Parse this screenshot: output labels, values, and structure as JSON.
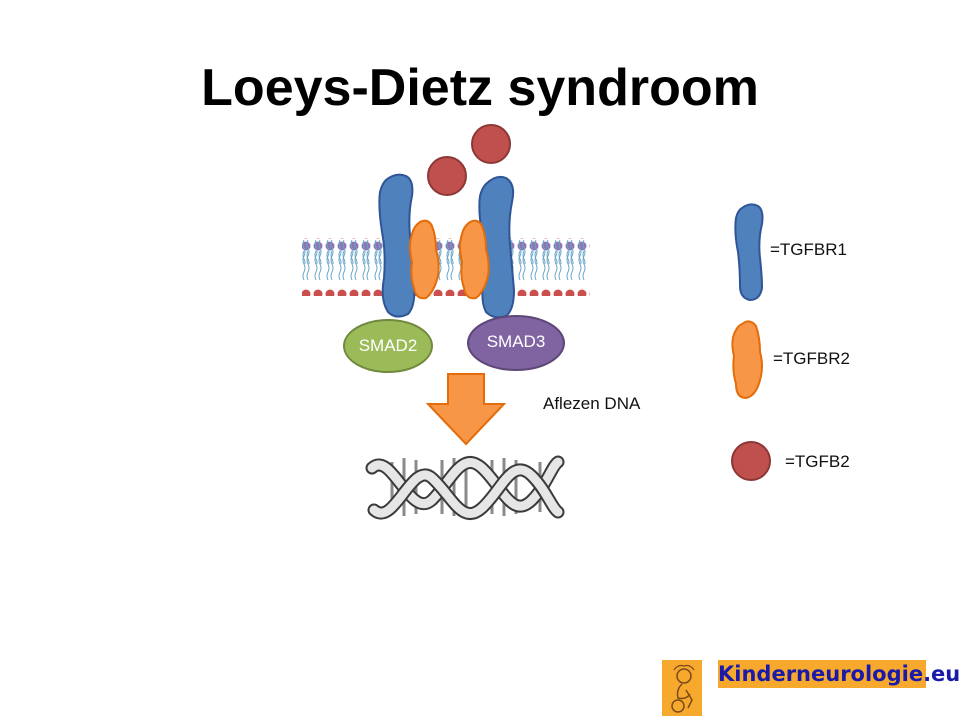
{
  "title": "Loeys-Dietz syndroom",
  "smad": {
    "left_label": "SMAD2",
    "right_label": "SMAD3"
  },
  "caption": "Aflezen DNA",
  "legend": {
    "tgfbr1": "=TGFBR1",
    "tgfbr2": "=TGFBR2",
    "tgfb2": "=TGFB2"
  },
  "brand": {
    "text": "Kinderneurologie.eu"
  },
  "colors": {
    "tgfbr1_fill": "#4f81bd",
    "tgfbr2_fill": "#f79646",
    "tgfb2_fill": "#c0504d",
    "smad2_fill": "#9bbb59",
    "smad3_fill": "#8064a2",
    "arrow_fill": "#f79646",
    "brand_bg": "#f7a92e",
    "brand_text": "#1a1aa8"
  }
}
